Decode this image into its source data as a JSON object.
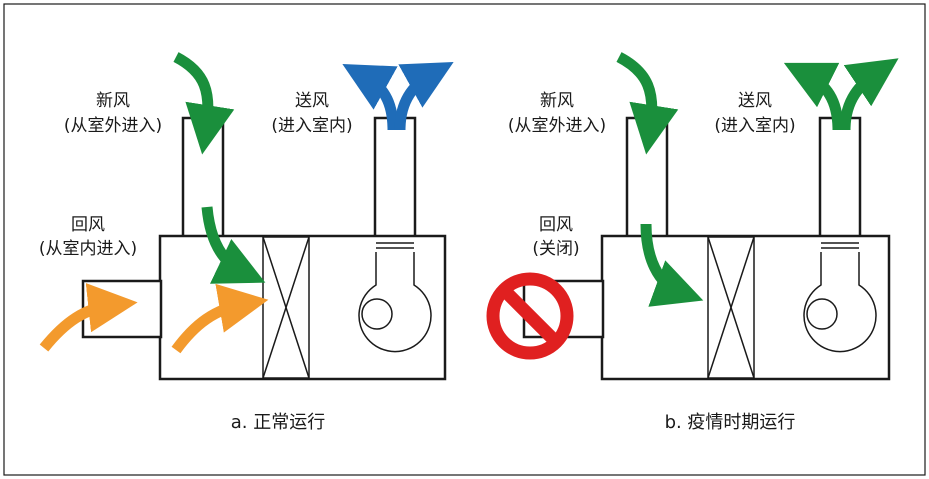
{
  "panels": [
    {
      "fresh_air": {
        "line1": "新风",
        "line2": "(从室外进入)"
      },
      "supply_air": {
        "line1": "送风",
        "line2": "(进入室内)"
      },
      "return_air": {
        "line1": "回风",
        "line2": "(从室内进入)"
      },
      "caption": "a. 正常运行"
    },
    {
      "fresh_air": {
        "line1": "新风",
        "line2": "(从室外进入)"
      },
      "supply_air": {
        "line1": "送风",
        "line2": "(进入室内)"
      },
      "return_air": {
        "line1": "回风",
        "line2": "(关闭)"
      },
      "caption": "b. 疫情时期运行"
    }
  ],
  "colors": {
    "fresh_arrow": "#1a8f3c",
    "supply_arrow_normal": "#1f6cb8",
    "supply_arrow_pandemic": "#1a8f3c",
    "return_arrow": "#f39a2d",
    "closed_sign": "#e02020",
    "outline": "#1a1a1a"
  },
  "icons": {
    "closed": "no-entry-icon",
    "fan": "centrifugal-fan-icon",
    "filter": "filter-x-icon"
  }
}
